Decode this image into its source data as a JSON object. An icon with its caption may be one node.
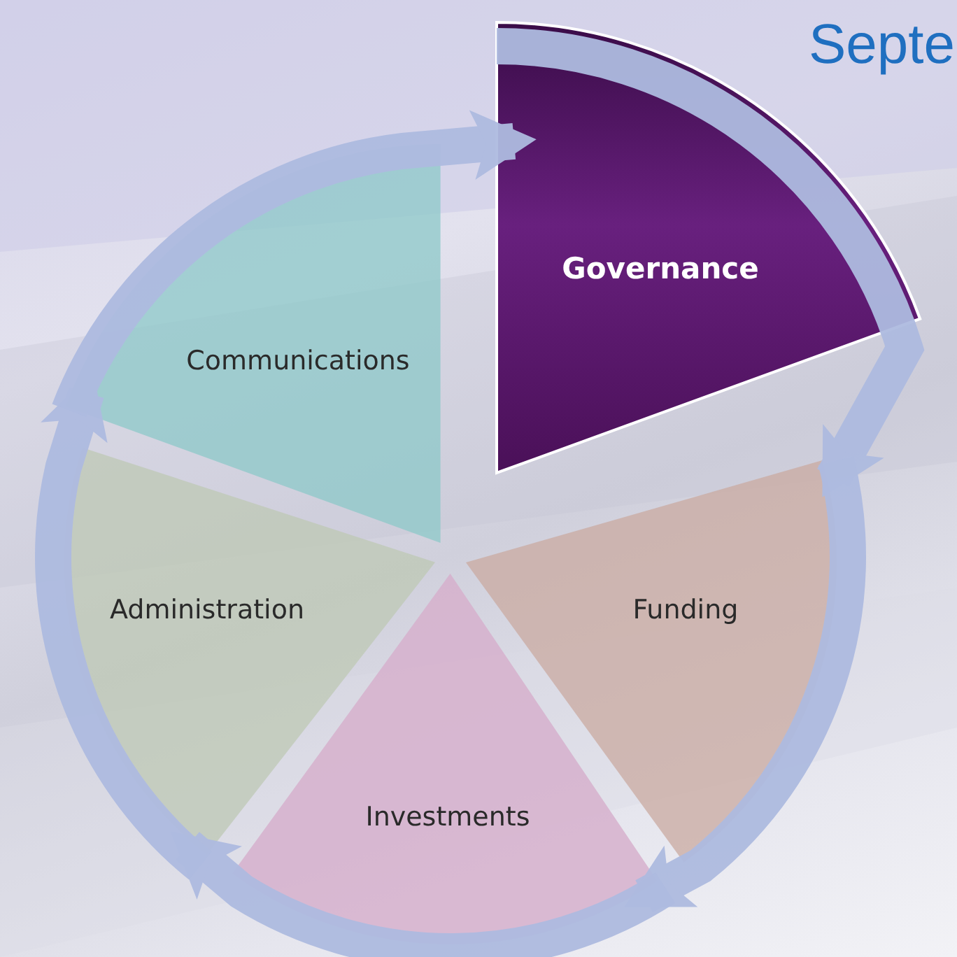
{
  "diagram": {
    "nodes": [
      {
        "text": [
          "Governance"
        ]
      },
      {
        "text": [
          "Funding"
        ]
      },
      {
        "text": [
          "Investments"
        ]
      },
      {
        "text": [
          "Administration"
        ]
      },
      {
        "text": [
          "Communications"
        ]
      }
    ],
    "edges": [
      {
        "from": 0,
        "to": 1,
        "arrow": "to"
      },
      {
        "from": 1,
        "to": 2,
        "arrow": "to"
      },
      {
        "from": 2,
        "to": 3,
        "arrow": "to"
      },
      {
        "from": 3,
        "to": 4,
        "arrow": "to"
      },
      {
        "from": 4,
        "to": 0,
        "arrow": "to"
      }
    ],
    "labels": [
      "Septe"
    ]
  }
}
